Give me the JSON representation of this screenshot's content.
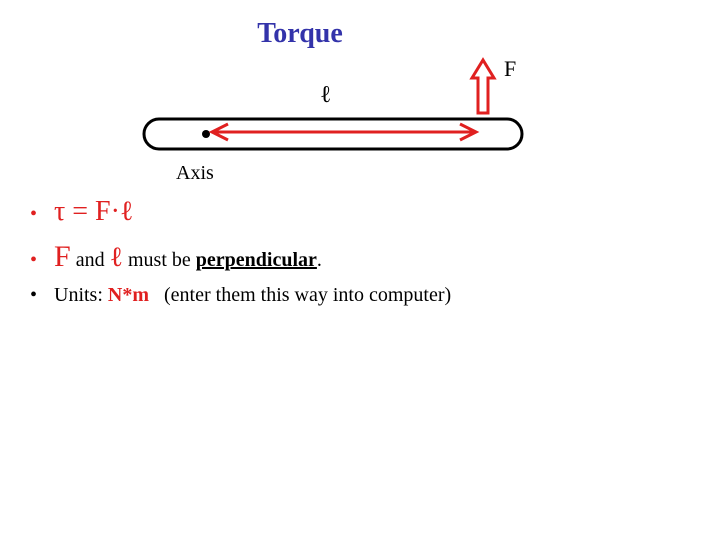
{
  "slide": {
    "title": "Torque",
    "title_color": "#3333aa",
    "accent_color": "#e02020"
  },
  "diagram": {
    "force_label": "F",
    "length_label": "ℓ",
    "axis_label": "Axis"
  },
  "bullets": [
    {
      "marker": "•",
      "formula": "τ = F·ℓ"
    },
    {
      "marker": "•",
      "f": "F",
      "and": " and ",
      "ell": "ℓ",
      "mid": " must be ",
      "emph": "perpendicular",
      "end": "."
    },
    {
      "marker": "•",
      "prefix": "Units: ",
      "unit": "N*m",
      "note": "   (enter them this way into computer)"
    }
  ]
}
